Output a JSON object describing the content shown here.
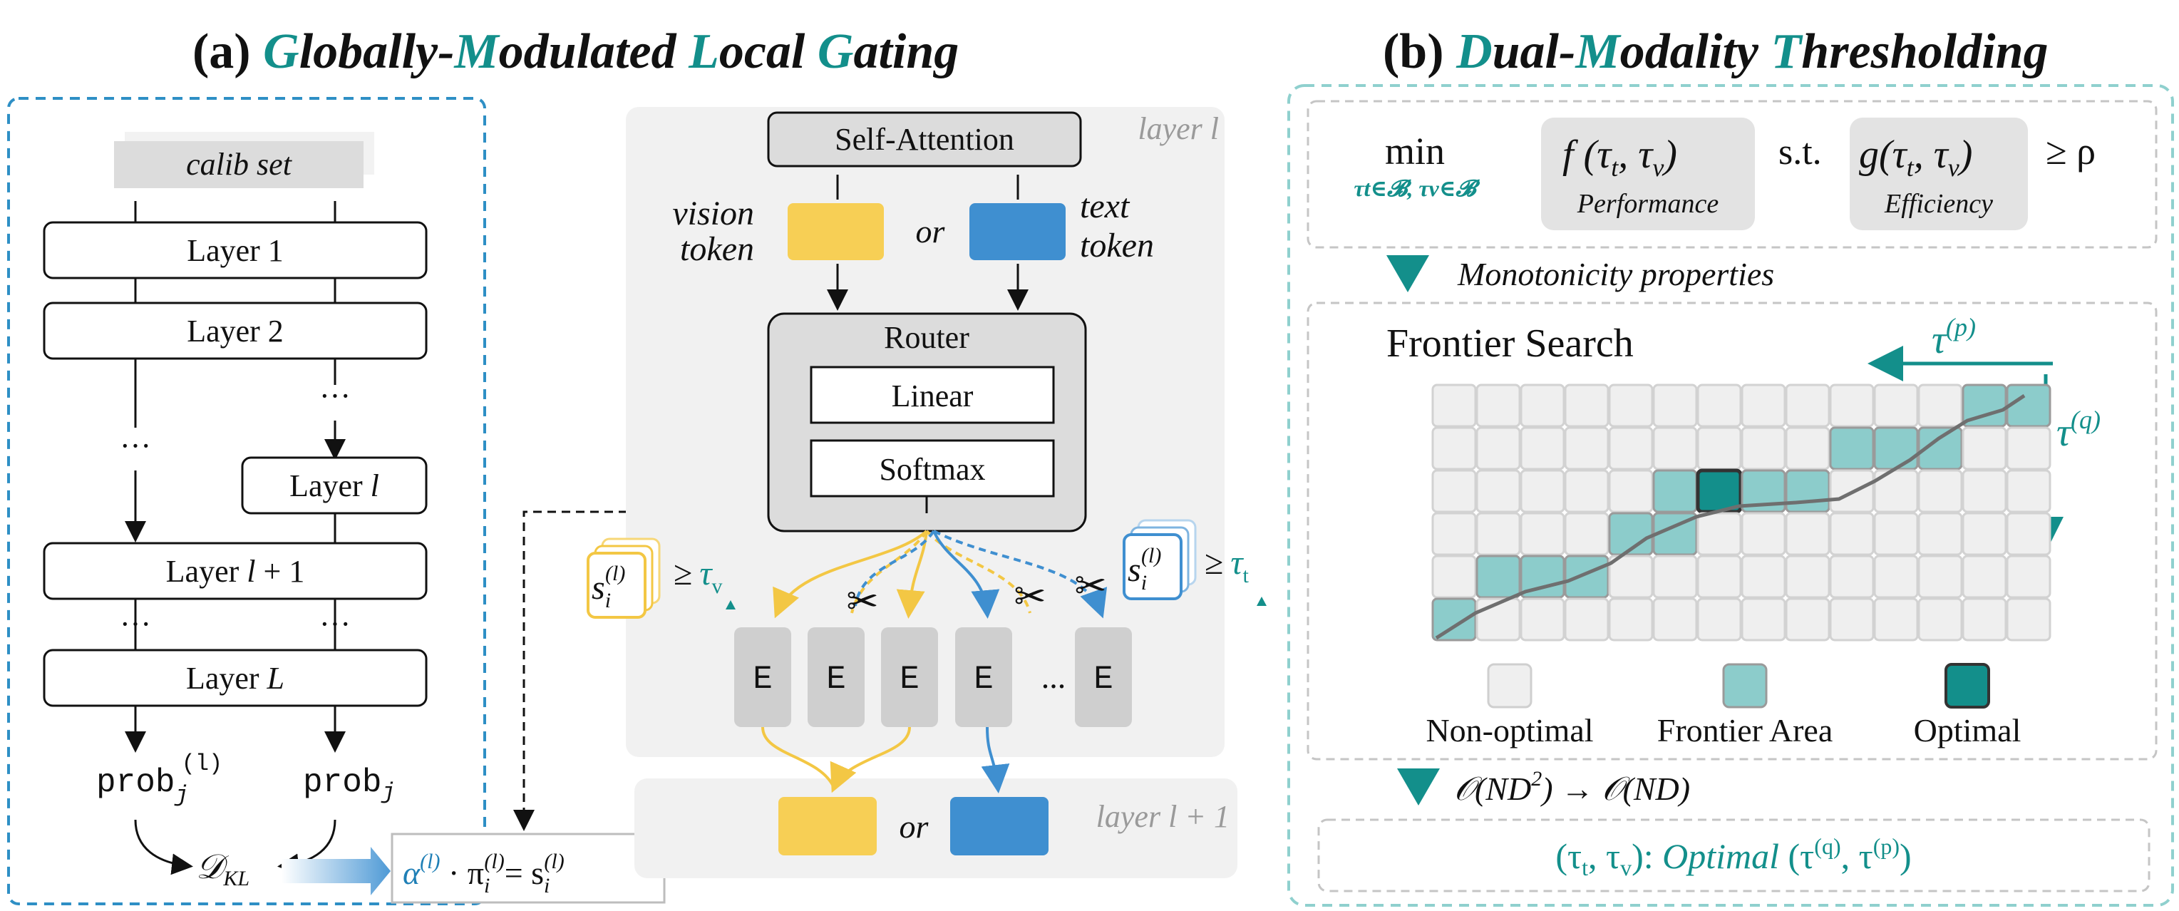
{
  "panel_a": {
    "title_prefix": "(a) ",
    "title_parts": [
      {
        "t": "G",
        "hl": true
      },
      {
        "t": "lobally-",
        "hl": false
      },
      {
        "t": "M",
        "hl": true
      },
      {
        "t": "odulated ",
        "hl": false
      },
      {
        "t": "L",
        "hl": true
      },
      {
        "t": "ocal ",
        "hl": false
      },
      {
        "t": "G",
        "hl": true
      },
      {
        "t": "ating",
        "hl": false
      }
    ],
    "calib_set": "calib set",
    "layer_1": "Layer 1",
    "layer_2": "Layer 2",
    "layer_l": "Layer ",
    "layer_l_var": "l",
    "layer_l1": "Layer ",
    "layer_l1_var": "l",
    "layer_l1_suffix": " + 1",
    "layer_L": "Layer ",
    "layer_L_var": "L",
    "ellipsis": "···",
    "prob_base": "prob",
    "prob_sub_j": "j",
    "prob_sup_l": "(l)",
    "dkl": "𝒟",
    "dkl_sub": "KL",
    "alpha": "α",
    "alpha_sup": "(l)",
    "dot": " · π",
    "pi_sub": "i",
    "pi_sup": "(l)",
    "equals_s": "= s",
    "s_sub": "i",
    "s_sup": "(l)",
    "layer_label": "layer l",
    "layer_label_next": "layer l + 1",
    "self_attention": "Self-Attention",
    "vision_token_1": "vision",
    "vision_token_2": "token",
    "text_token_1": "text",
    "text_token_2": "token",
    "or": "or",
    "router": "Router",
    "linear": "Linear",
    "softmax": "Softmax",
    "pi_label": "π",
    "expert": "E",
    "expert_ellipsis": "...",
    "s_label": "s",
    "geq": "≥",
    "tau_v": "τ",
    "tau_v_sub": "v",
    "tau_t": "τ",
    "tau_t_sub": "t",
    "vision_color": "#f7cf55",
    "text_color": "#3f8fd0"
  },
  "panel_b": {
    "title_prefix": "(b) ",
    "title_parts": [
      {
        "t": "D",
        "hl": true
      },
      {
        "t": "ual-",
        "hl": false
      },
      {
        "t": "M",
        "hl": true
      },
      {
        "t": "odality ",
        "hl": false
      },
      {
        "t": "T",
        "hl": true
      },
      {
        "t": "hresholding",
        "hl": false
      }
    ],
    "min": "min",
    "min_sub": "τt∈𝓑, τv∈𝓑",
    "f_expr": "f (τ",
    "f_expr_mid": "t",
    "f_expr_end": ", τ",
    "f_expr_v": "v",
    "f_close": ")",
    "performance": "Performance",
    "st": "s.t.",
    "g_expr": "g(τ",
    "efficiency": "Efficiency",
    "geq_rho": "≥ ρ",
    "monotonicity": "Monotonicity properties",
    "frontier_search": "Frontier Search",
    "tau_p": "τ",
    "tau_p_sup": "(p)",
    "tau_q": "τ",
    "tau_q_sup": "(q)",
    "legend_nonoptimal": "Non-optimal",
    "legend_frontier": "Frontier Area",
    "legend_optimal": "Optimal",
    "complexity_from": "𝒪(ND",
    "complexity_sq": "2",
    "complexity_mid": ")  → 𝒪(ND)",
    "result_lhs": "(τ",
    "result_t": "t",
    "result_comma": ", τ",
    "result_v": "v",
    "result_close": "):",
    "result_optimal": " Optimal",
    "result_args": " (τ",
    "result_q": "(q)",
    "result_comma2": ", τ",
    "result_p": "(p)",
    "result_end": ")",
    "grid_cols": 14,
    "grid_rows": 6,
    "frontier_cells": [
      [
        0,
        5
      ],
      [
        1,
        4
      ],
      [
        2,
        4
      ],
      [
        3,
        4
      ],
      [
        4,
        3
      ],
      [
        5,
        3
      ],
      [
        5,
        2
      ],
      [
        6,
        2
      ],
      [
        7,
        2
      ],
      [
        8,
        2
      ],
      [
        9,
        1
      ],
      [
        10,
        1
      ],
      [
        11,
        1
      ],
      [
        12,
        0
      ],
      [
        13,
        0
      ]
    ],
    "optimal_cell": [
      6,
      2
    ],
    "teal": "#138f8b",
    "frontier_fill": "#8ccccb",
    "cell_fill": "#efefef"
  }
}
